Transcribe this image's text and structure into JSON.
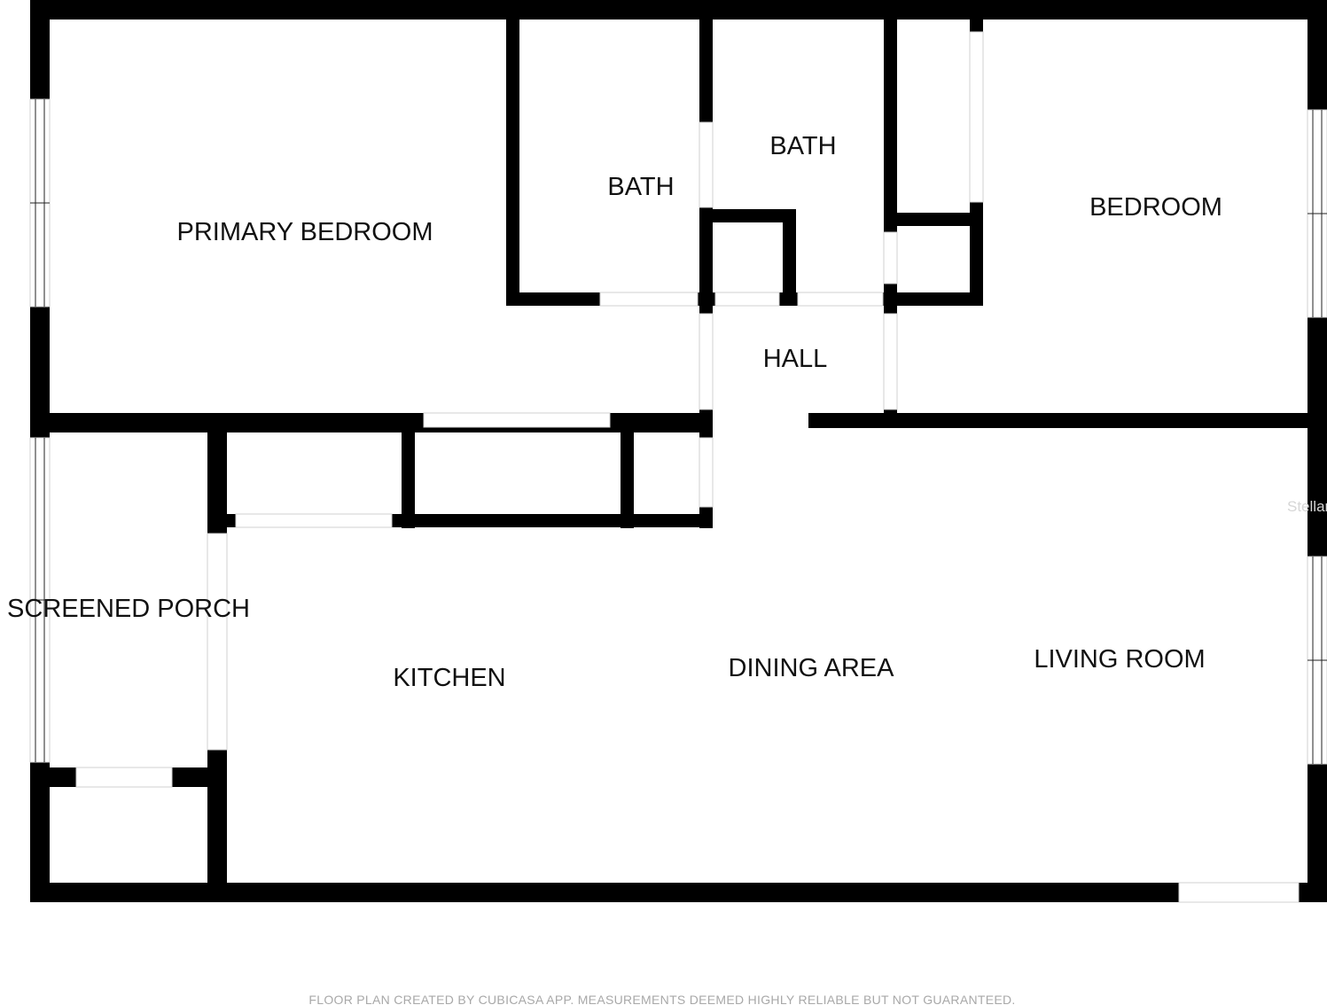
{
  "rooms": {
    "primary_bedroom": "PRIMARY BEDROOM",
    "bath_1": "BATH",
    "bath_2": "BATH",
    "bedroom": "BEDROOM",
    "hall": "HALL",
    "screened_porch": "SCREENED PORCH",
    "kitchen": "KITCHEN",
    "dining_area": "DINING AREA",
    "living_room": "LIVING ROOM"
  },
  "watermark": "Stellar",
  "footer": "FLOOR PLAN CREATED BY CUBICASA APP. MEASUREMENTS DEEMED HIGHLY RELIABLE BUT NOT GUARANTEED.",
  "colors": {
    "wall": "#000000",
    "background": "#ffffff",
    "footer_text": "#a8a8a8"
  }
}
